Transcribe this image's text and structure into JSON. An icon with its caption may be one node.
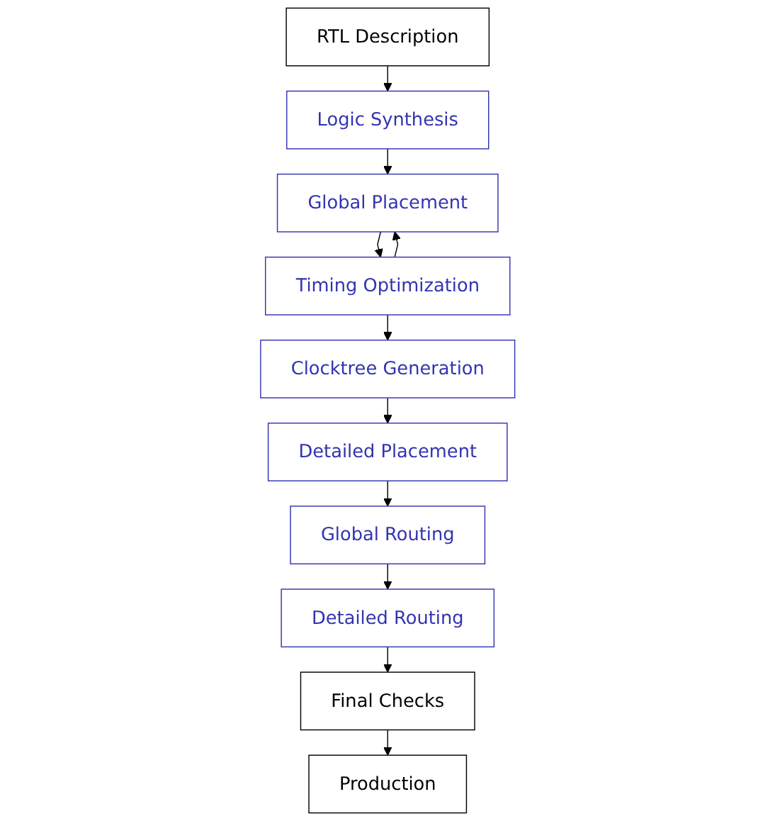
{
  "diagram": {
    "nodes": [
      {
        "text": [
          "RTL Description"
        ]
      },
      {
        "text": [
          "Logic Synthesis"
        ]
      },
      {
        "text": [
          "Global Placement"
        ]
      },
      {
        "text": [
          "Timing Optimization"
        ]
      },
      {
        "text": [
          "Clocktree Generation"
        ]
      },
      {
        "text": [
          "Detailed Placement"
        ]
      },
      {
        "text": [
          "Global Routing"
        ]
      },
      {
        "text": [
          "Detailed Routing"
        ]
      },
      {
        "text": [
          "Final Checks"
        ]
      },
      {
        "text": [
          "Production"
        ]
      }
    ],
    "edges": [
      {
        "from": 0,
        "to": 1,
        "arrow": "to"
      },
      {
        "from": 1,
        "to": 2,
        "arrow": "to"
      },
      {
        "from": 2,
        "to": 3,
        "arrow": "to"
      },
      {
        "from": 3,
        "to": 2,
        "arrow": "to"
      },
      {
        "from": 3,
        "to": 4,
        "arrow": "to"
      },
      {
        "from": 4,
        "to": 5,
        "arrow": "to"
      },
      {
        "from": 5,
        "to": 6,
        "arrow": "to"
      },
      {
        "from": 6,
        "to": 7,
        "arrow": "to"
      },
      {
        "from": 7,
        "to": 8,
        "arrow": "to"
      },
      {
        "from": 8,
        "to": 9,
        "arrow": "to"
      }
    ]
  }
}
